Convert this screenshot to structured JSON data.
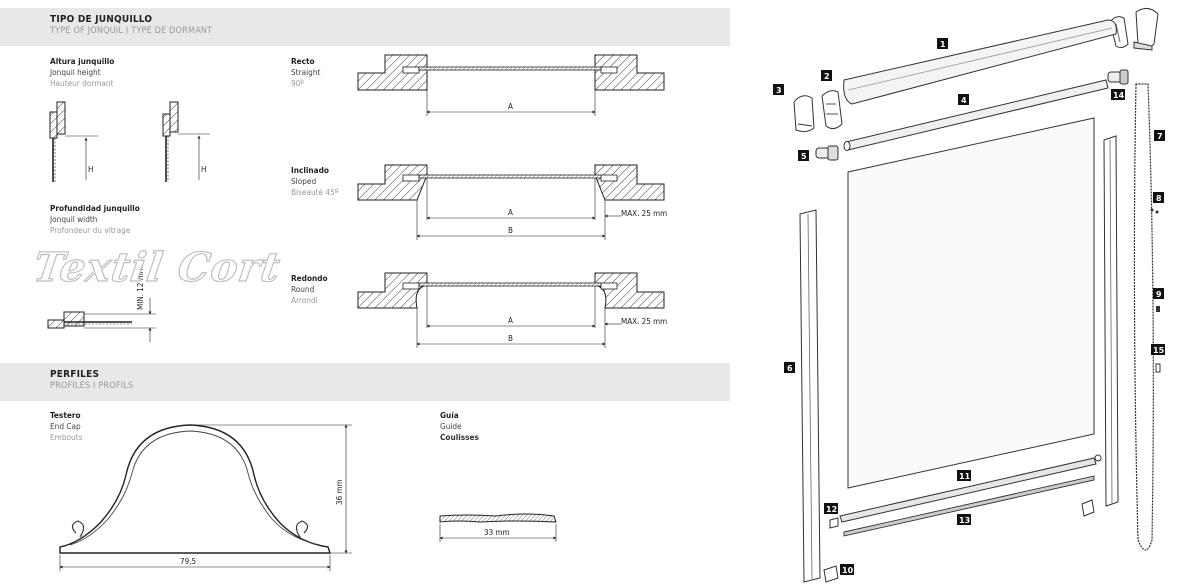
{
  "section_jonquil": {
    "title": "TIPO DE JUNQUILLO",
    "subtitle": "TYPE OF JONQUIL  I  TYPE DE DORMANT"
  },
  "section_profiles": {
    "title": "PERFILES",
    "subtitle": "PROFILES  I  PROFILS"
  },
  "labels": {
    "height": [
      "Altura junquillo",
      "Jonquil height",
      "Hauteur dormant"
    ],
    "width": [
      "Profundidad junquillo",
      "Jonquil width",
      "Profondeur du vitrage"
    ],
    "straight": [
      "Recto",
      "Straight",
      "90º"
    ],
    "sloped": [
      "Inclinado",
      "Sloped",
      "Biseauté 45º"
    ],
    "round": [
      "Redondo",
      "Round",
      "Arrondi"
    ],
    "endcap": [
      "Testero",
      "End Cap",
      "Embouts"
    ],
    "guide": [
      "Guía",
      "Guide",
      "Coulisses"
    ]
  },
  "dims": {
    "a": "A",
    "b": "B",
    "h": "H",
    "max": "MAX. 25 mm",
    "min": "MIN. 12 mm",
    "endcap_w": "79,5",
    "endcap_h": "36 mm",
    "guide_w": "33 mm"
  },
  "watermark": "Textil Cort",
  "part_numbers": [
    "1",
    "2",
    "3",
    "4",
    "5",
    "6",
    "7",
    "8",
    "9",
    "10",
    "11",
    "12",
    "13",
    "14",
    "15"
  ],
  "colors": {
    "band": "#e8e8e8",
    "ink": "#222222",
    "muted": "#999999"
  }
}
